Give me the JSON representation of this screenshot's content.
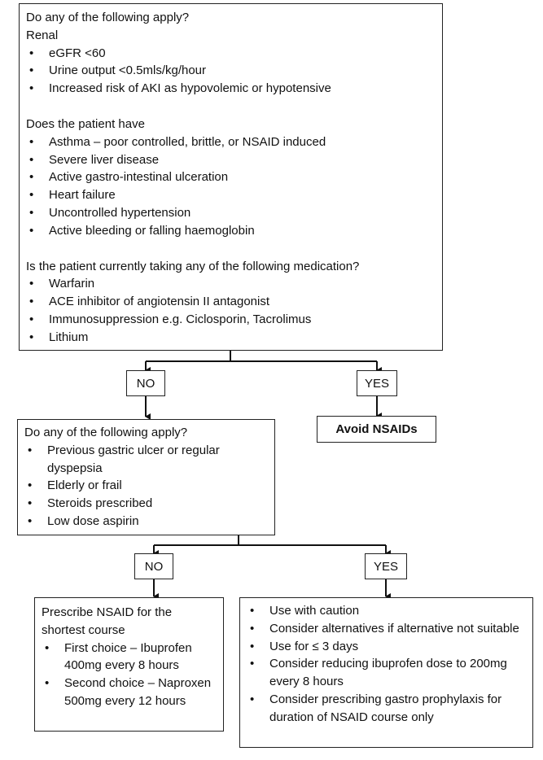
{
  "top_box": {
    "question": "Do any of the following apply?",
    "renal_heading": "Renal",
    "renal_items": [
      "eGFR <60",
      "Urine output <0.5mls/kg/hour",
      "Increased risk of AKI as hypovolemic or hypotensive"
    ],
    "patient_heading": "Does the patient have",
    "patient_items": [
      "Asthma – poor controlled, brittle, or NSAID induced",
      "Severe liver disease",
      "Active gastro-intestinal ulceration",
      "Heart failure",
      "Uncontrolled hypertension",
      "Active bleeding or falling haemoglobin"
    ],
    "medication_heading": "Is the patient currently taking any of the following medication?",
    "medication_items": [
      "Warfarin",
      "ACE inhibitor of angiotensin II antagonist",
      "Immunosuppression e.g. Ciclosporin, Tacrolimus",
      "Lithium"
    ]
  },
  "branch1": {
    "no_label": "NO",
    "yes_label": "YES",
    "yes_outcome": "Avoid NSAIDs"
  },
  "mid_box": {
    "question": "Do any of the following apply?",
    "items": [
      "Previous gastric ulcer or regular dyspepsia",
      "Elderly or frail",
      "Steroids prescribed",
      "Low dose aspirin"
    ]
  },
  "branch2": {
    "no_label": "NO",
    "yes_label": "YES"
  },
  "no_box": {
    "heading": "Prescribe NSAID for the shortest course",
    "items": [
      "First choice – Ibuprofen 400mg every 8 hours",
      "Second choice – Naproxen 500mg every 12 hours"
    ]
  },
  "yes_box": {
    "items": [
      "Use with caution",
      "Consider alternatives if alternative not suitable",
      "Use for ≤ 3 days",
      "Consider reducing ibuprofen dose to 200mg every 8 hours",
      "Consider prescribing gastro prophylaxis for duration of NSAID course only"
    ]
  }
}
